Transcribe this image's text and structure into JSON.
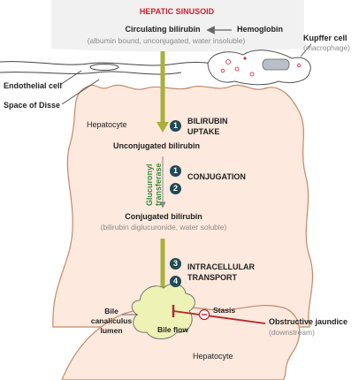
{
  "title": "HEPATIC SINUSOID",
  "circulating": {
    "label": "Circulating bilirubin",
    "detail": "(albumin bound, unconjugated, water insoluble)"
  },
  "hemoglobin": "Hemoglobin",
  "kupffer": {
    "label": "Kupffer cell",
    "detail": "(macrophage)"
  },
  "endothelial": "Endothelial cell",
  "disse": "Space of Disse",
  "hepatocyte_top": "Hepatocyte",
  "hepatocyte_bottom": "Hepatocyte",
  "steps": {
    "uptake": {
      "number": "1",
      "line1": "BILIRUBIN",
      "line2": "UPTAKE"
    },
    "conjugation": {
      "number1": "1",
      "number2": "2",
      "label": "CONJUGATION"
    },
    "transport": {
      "number1": "3",
      "number2": "4",
      "line1": "INTRACELLULAR",
      "line2": "TRANSPORT"
    }
  },
  "unconjugated": "Unconjugated bilirubin",
  "enzyme": {
    "line1": "Glucuronyl",
    "line2": "transferase"
  },
  "conjugated": {
    "label": "Conjugated bilirubin",
    "detail": "(bilirubin diglucuronide, water soluble)"
  },
  "canaliculus": {
    "line1": "Bile",
    "line2": "canaliculus",
    "line3": "lumen"
  },
  "bile_flow": "Bile flow",
  "stasis": "Stasis",
  "obstructive": {
    "label": "Obstructive jaundice",
    "detail": "(downstream)"
  },
  "colors": {
    "title": "#d01f2e",
    "arrow": "#a9b13a",
    "badge": "#1f4a55",
    "enzyme": "#3a8a3a",
    "obstruction": "#b5262d",
    "hepatocyte_fill": "#fde9dd",
    "hepatocyte_stroke": "#c28a6a",
    "bile_fill": "#eef2b4"
  }
}
